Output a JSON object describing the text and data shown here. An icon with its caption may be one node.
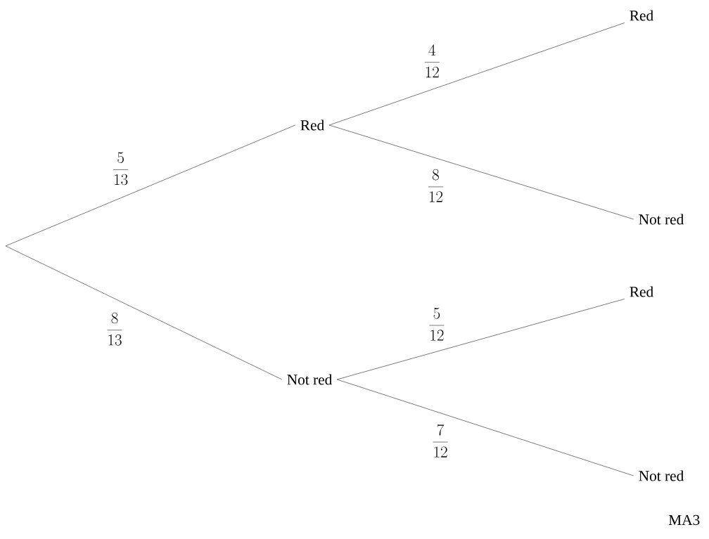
{
  "diagram": {
    "nodes": [
      {
        "text": [
          "Red"
        ]
      },
      {
        "text": [
          "Not red"
        ]
      },
      {
        "text": [
          "Red"
        ]
      },
      {
        "text": [
          "Not red"
        ]
      },
      {
        "text": [
          "Red"
        ]
      },
      {
        "text": [
          "Not red"
        ]
      }
    ],
    "edges": [
      {
        "from": null,
        "to": 0,
        "arrow": "none",
        "label": "\\frac{5}{13}"
      },
      {
        "from": null,
        "to": 1,
        "arrow": "none",
        "label": "\\frac{8}{13}"
      },
      {
        "from": 0,
        "to": 2,
        "arrow": "none",
        "label": "\\frac{4}{12}"
      },
      {
        "from": 0,
        "to": 3,
        "arrow": "none",
        "label": "\\frac{8}{12}"
      },
      {
        "from": 1,
        "to": 4,
        "arrow": "none",
        "label": "\\frac{5}{12}"
      },
      {
        "from": 1,
        "to": 5,
        "arrow": "none",
        "label": "\\frac{7}{12}"
      }
    ],
    "labels": [
      "MA3"
    ]
  }
}
